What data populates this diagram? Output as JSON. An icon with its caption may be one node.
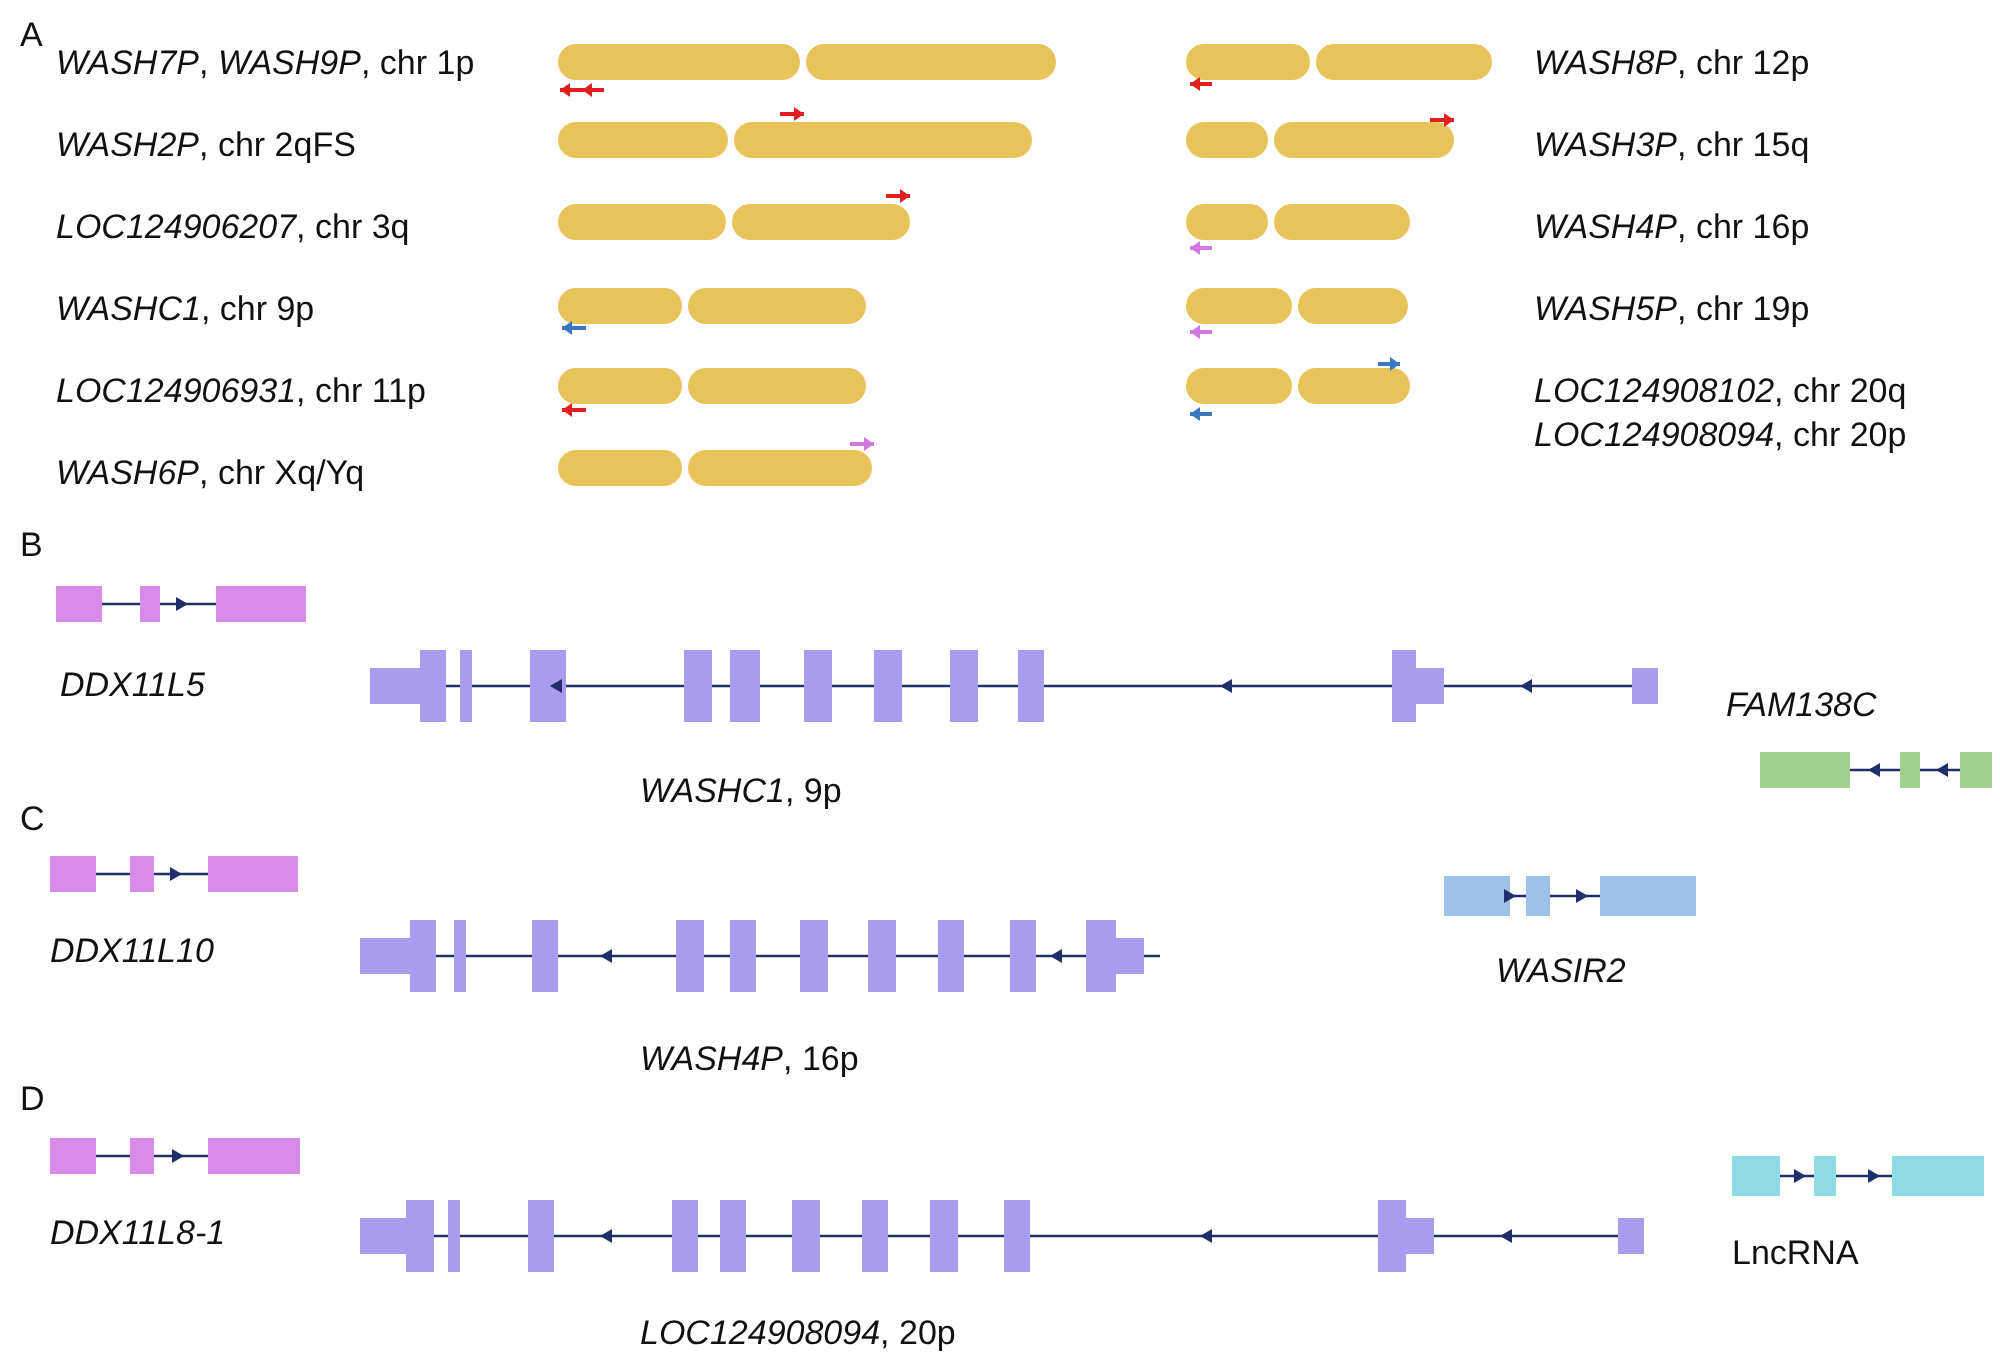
{
  "diagram": {
    "labels": [
      "A",
      "*WASH7P*, *WASH9P*, chr 1p",
      "*WASH8P*, chr 12p",
      "*WASH2P*, chr 2qFS",
      "*WASH3P*, chr 15q",
      "*LOC124906207*, chr 3q",
      "*WASH4P*, chr 16p",
      "*WASHC1*, chr 9p",
      "*WASH5P*, chr 19p",
      "*LOC124906931*, chr 11p",
      "*LOC124908102*, chr 20q",
      "*LOC124908094*, chr 20p",
      "*WASH6P*, chr Xq/Yq",
      "B",
      "DDX11L5",
      "FAM138C",
      "*WASHC1*, 9p",
      "C",
      "DDX11L10",
      "WASIR2",
      "*WASH4P*, 16p",
      "D",
      "DDX11L8-1",
      "LncRNA",
      "*LOC124908094*, 20p"
    ]
  }
}
